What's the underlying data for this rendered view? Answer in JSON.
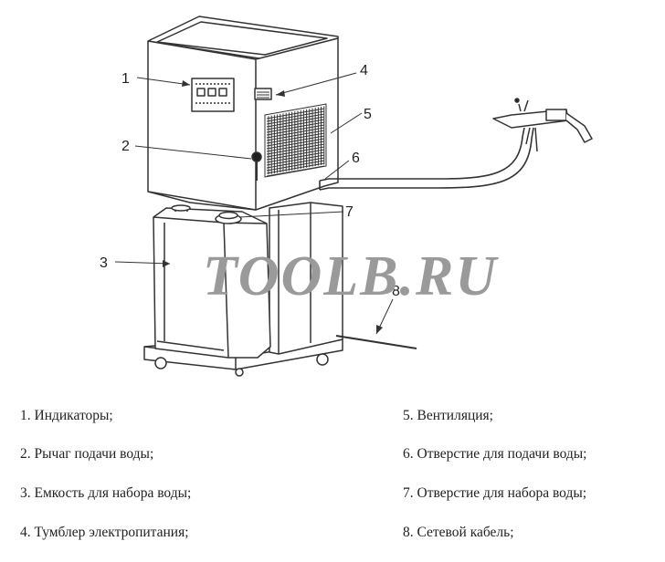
{
  "watermark": "TOOLB.RU",
  "callouts": [
    "1",
    "2",
    "3",
    "4",
    "5",
    "6",
    "7",
    "8"
  ],
  "legend": {
    "left": [
      "1. Индикаторы;",
      "2. Рычаг подачи воды;",
      "3. Емкость для набора воды;",
      "4. Тумблер электропитания;"
    ],
    "right": [
      "5. Вентиляция;",
      "6. Отверстие для подачи воды;",
      "7. Отверстие для набора воды;",
      "8. Сетевой кабель;"
    ]
  }
}
